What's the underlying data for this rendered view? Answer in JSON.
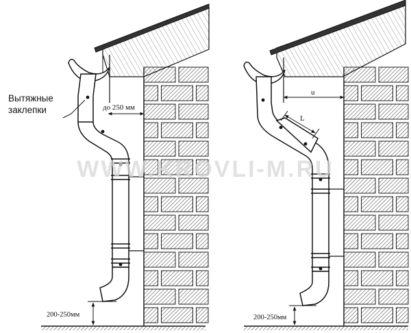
{
  "watermark": "WWW.KROVLI-M.RU",
  "left_diagram": {
    "rivet_label_line1": "Вытяжные",
    "rivet_label_line2": "заклепки",
    "wall_distance": "до 250 мм",
    "ground_clearance": "200-250мм"
  },
  "right_diagram": {
    "wall_distance": "u",
    "elbow_length": "L",
    "ground_clearance": "200-250мм"
  },
  "colors": {
    "line": "#111111",
    "brick_fill": "#ffffff",
    "hatch": "#555555",
    "watermark": "#d8d8d8"
  }
}
